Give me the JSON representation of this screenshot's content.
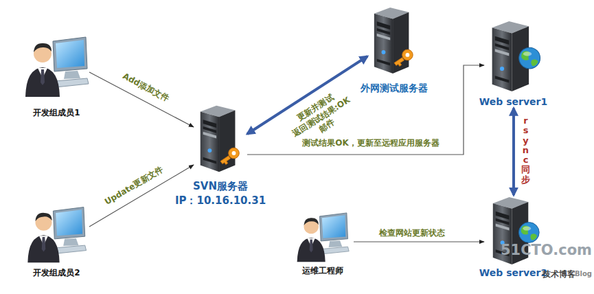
{
  "diagram": {
    "nodes": [
      {
        "text": [
          "开发组成员1"
        ]
      },
      {
        "text": [
          "外网测试服务器"
        ]
      },
      {
        "text": [
          "Web server1"
        ]
      },
      {
        "text": [
          "SVN服务器",
          "IP：10.16.10.31"
        ]
      },
      {
        "text": [
          "开发组成员2"
        ]
      },
      {
        "text": [
          "运维工程师"
        ]
      },
      {
        "text": [
          "Web server2"
        ]
      }
    ],
    "edges": [
      {
        "from": 0,
        "to": 3,
        "label": "Add添加文件",
        "arrow": "to"
      },
      {
        "from": 4,
        "to": 3,
        "label": "Update更新文件",
        "arrow": "to"
      },
      {
        "from": 3,
        "to": 1,
        "label": "更新并测试 返回测试结果:OK 邮件",
        "arrow": "both"
      },
      {
        "from": 3,
        "to": 2,
        "label": "测试结果OK，更新至远程应用服务器",
        "arrow": "to"
      },
      {
        "from": 2,
        "to": 6,
        "label": "rsync同步",
        "arrow": "both"
      },
      {
        "from": 5,
        "to": 6,
        "label": "检查网站更新状态",
        "arrow": "to"
      }
    ],
    "labels": [
      "51CTO.com",
      "技术博客",
      "Blog"
    ]
  }
}
